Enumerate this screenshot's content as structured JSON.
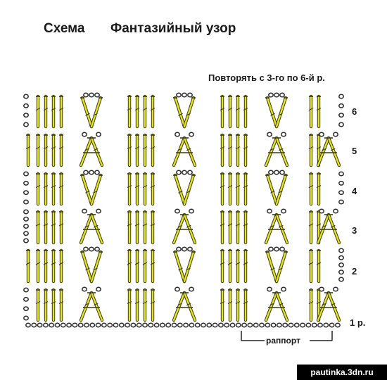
{
  "header": {
    "title_part1": "Схема",
    "title_part2": "Фантазийный узор"
  },
  "repeat_note": "Повторять с 3-го по 6-й р.",
  "row_numbers": [
    "1 р.",
    "2",
    "3",
    "4",
    "5",
    "6"
  ],
  "rapport_label": "раппорт",
  "watermark": "pautinka.3dn.ru",
  "colors": {
    "stitch_fill": "#e8e41c",
    "stitch_outline": "#3a3a10",
    "chain_outline": "#2a2a2a",
    "text": "#1a1a1a"
  },
  "symbols": {
    "chain": "chain-stitch-icon",
    "double_crochet": "double-crochet-icon",
    "v_fan": "v-fan-icon",
    "a_shell": "a-shell-icon"
  }
}
